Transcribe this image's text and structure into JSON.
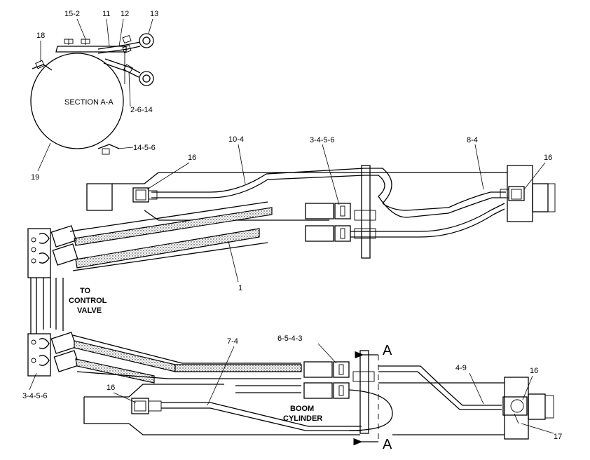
{
  "section_title": "SECTION A-A",
  "control_valve_note": [
    "TO",
    "CONTROL",
    "VALVE"
  ],
  "boom_cylinder_note": [
    "BOOM",
    "CYLINDER"
  ],
  "section_markers": {
    "top": "A",
    "bottom": "A"
  },
  "callouts": {
    "c15_2": "15-2",
    "c11": "11",
    "c12": "12",
    "c13": "13",
    "c18": "18",
    "c2_6_14": "2-6-14",
    "c19": "19",
    "c14_5_6": "14-5-6",
    "c10_4": "10-4",
    "c3_4_5_6_top": "3-4-5-6",
    "c8_4": "8-4",
    "c16_left_top": "16",
    "c16_right_top": "16",
    "c1": "1",
    "c7_4": "7-4",
    "c6_5_4_3": "6-5-4-3",
    "c4_9": "4-9",
    "c16_right_bottom": "16",
    "c16_left_bottom": "16",
    "c17": "17",
    "c3_4_5_6_left": "3-4-5-6"
  }
}
